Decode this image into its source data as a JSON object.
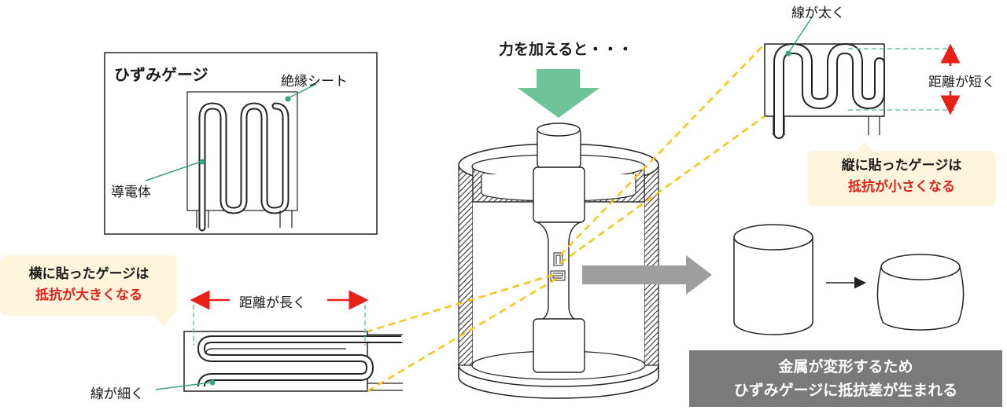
{
  "force_label": "力を加えると・・・",
  "gauge_box": {
    "title": "ひずみゲージ",
    "sheet_label": "絶縁シート",
    "conductor_label": "導電体"
  },
  "vertical": {
    "thick_label": "線が太く",
    "distance_label": "距離が短く",
    "bubble_line1": "縦に貼ったゲージは",
    "bubble_line2": "抵抗が小さくなる"
  },
  "horizontal": {
    "bubble_line1": "横に貼ったゲージは",
    "bubble_line2": "抵抗が大きくなる",
    "distance_label": "距離が長く",
    "thin_label": "線が細く"
  },
  "result": {
    "line1": "金属が変形するため",
    "line2": "ひずみゲージに抵抗差が生まれる"
  },
  "colors": {
    "green_arrow": "#6cc59a",
    "green_leader": "#3aa57a",
    "yellow_dash": "#f5c518",
    "red": "#e8201a",
    "gray_arrow": "#9e9e9e",
    "bubble_bg": "#fdf5dc",
    "result_bg": "#7a7a7a"
  }
}
